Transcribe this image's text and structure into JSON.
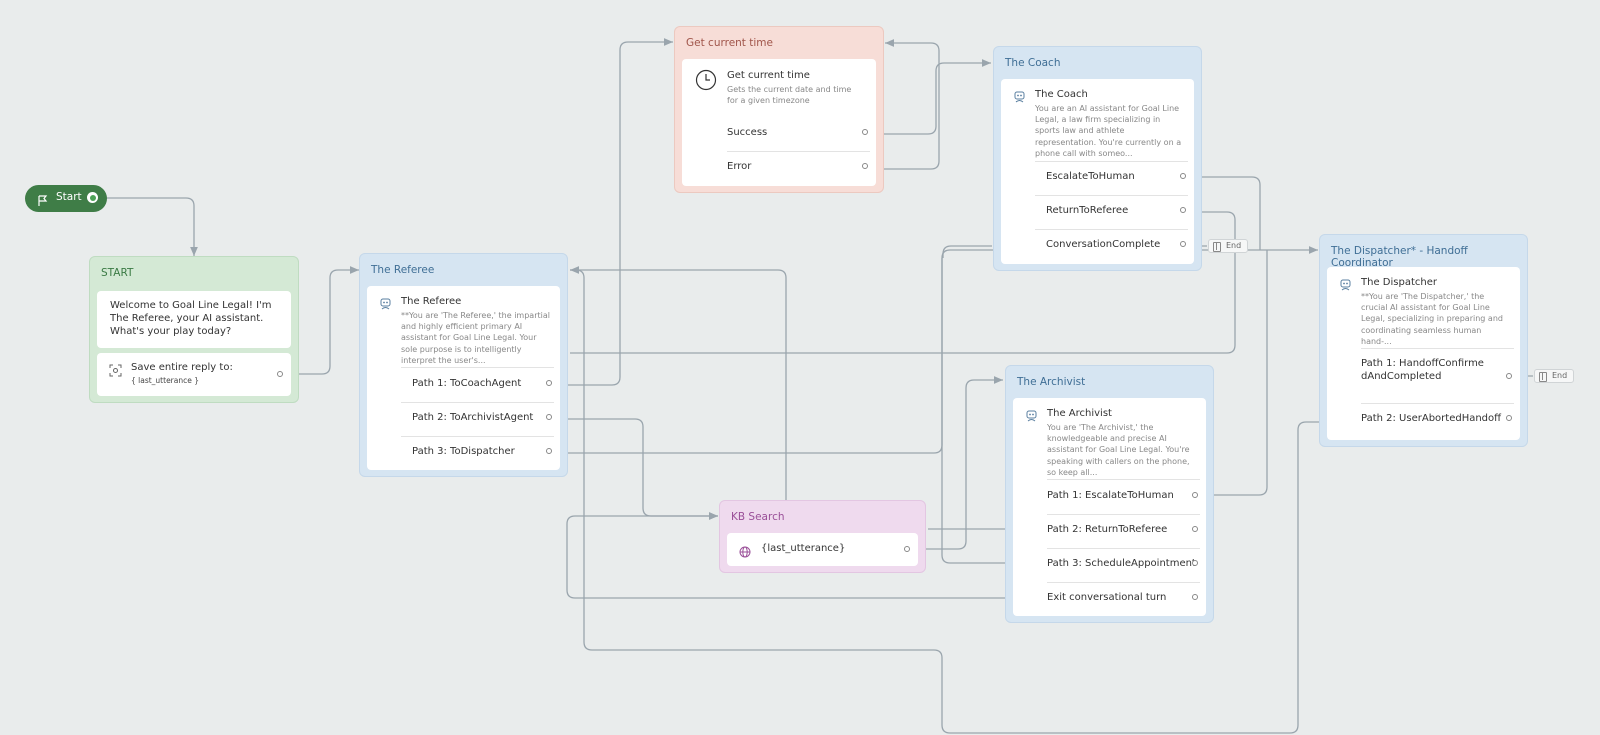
{
  "start": {
    "label": "Start"
  },
  "start_node": {
    "title": "START",
    "message": "Welcome to Goal Line Legal! I'm The Referee, your AI assistant. What's your play today?",
    "save_label": "Save entire reply to:",
    "save_var": "{ last_utterance }"
  },
  "referee": {
    "title": "The Referee",
    "agent_name": "The Referee",
    "description": "**You are 'The Referee,' the impartial and highly efficient primary AI assistant for Goal Line Legal. Your sole purpose is to intelligently interpret the user's...",
    "paths": [
      "Path 1: ToCoachAgent",
      "Path 2: ToArchivistAgent",
      "Path 3: ToDispatcher"
    ]
  },
  "time": {
    "title": "Get current time",
    "fn_name": "Get current time",
    "fn_desc": "Gets the current date and time for a given timezone",
    "outcomes": [
      "Success",
      "Error"
    ]
  },
  "coach": {
    "title": "The Coach",
    "agent_name": "The Coach",
    "description": "You are an AI assistant for Goal Line Legal, a law firm specializing in sports law and athlete representation. You're currently on a phone call with someo...",
    "paths": [
      "EscalateToHuman",
      "ReturnToReferee",
      "ConversationComplete"
    ],
    "end_label": "End"
  },
  "dispatcher": {
    "title": "The Dispatcher* - Handoff Coordinator",
    "agent_name": "The Dispatcher",
    "description": "**You are 'The Dispatcher,' the crucial AI assistant for Goal Line Legal, specializing in preparing and coordinating seamless human hand-...",
    "path1": "Path 1: HandoffConfirmedAndCompleted",
    "path2": "Path 2: UserAbortedHandoff",
    "end_label": "End"
  },
  "archivist": {
    "title": "The Archivist",
    "agent_name": "The Archivist",
    "description": "You are 'The Archivist,' the knowledgeable and precise AI assistant for Goal Line Legal. You're speaking with callers on the phone, so keep all...",
    "paths": [
      "Path 1: EscalateToHuman",
      "Path 2: ReturnToReferee",
      "Path 3: ScheduleAppointment",
      "Exit conversational turn"
    ]
  },
  "kb": {
    "title": "KB Search",
    "query": "{last_utterance}"
  },
  "colors": {
    "agent_blue": "#d6e5f2",
    "function_red": "#f7ddd7",
    "start_green": "#d4e9d5",
    "kb_purple": "#efdaee",
    "start_pill": "#3f7d47",
    "wire": "#9aa5ad"
  },
  "icons": [
    "flag-icon",
    "robot-icon",
    "clock-icon",
    "capture-icon",
    "globe-icon",
    "end-icon"
  ]
}
